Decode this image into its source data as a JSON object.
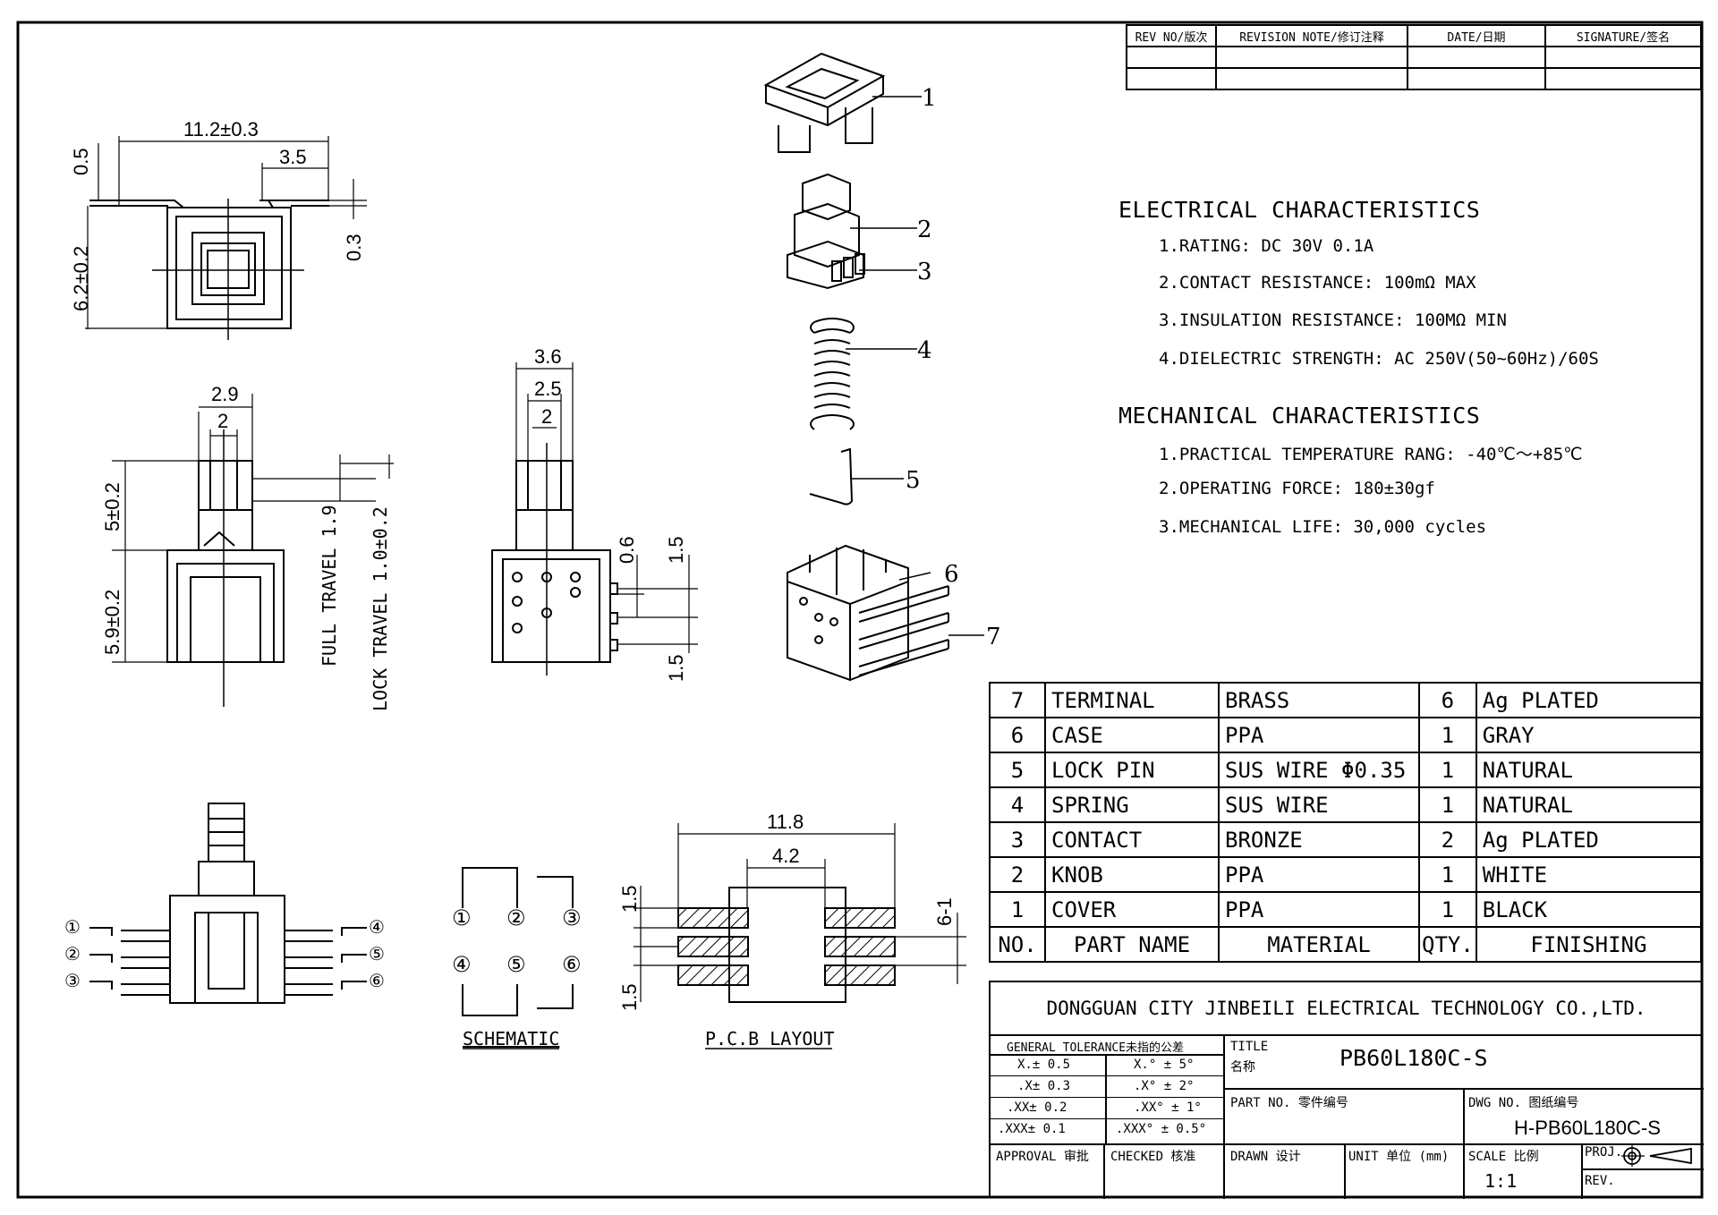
{
  "revision_block": {
    "headers": [
      "REV NO/版次",
      "REVISION NOTE/修订注释",
      "DATE/日期",
      "SIGNATURE/签名"
    ]
  },
  "electrical": {
    "title": "ELECTRICAL CHARACTERISTICS",
    "items": [
      "1.RATING: DC 30V 0.1A",
      "2.CONTACT RESISTANCE: 100mΩ MAX",
      "3.INSULATION RESISTANCE: 100MΩ MIN",
      "4.DIELECTRIC STRENGTH: AC 250V(50~60Hz)/60S"
    ]
  },
  "mechanical": {
    "title": "MECHANICAL CHARACTERISTICS",
    "items": [
      "1.PRACTICAL TEMPERATURE RANG: -40℃～+85℃",
      "2.OPERATING FORCE: 180±30gf",
      "3.MECHANICAL LIFE: 30,000 cycles"
    ]
  },
  "bom": {
    "rows": [
      {
        "no": "7",
        "part": "TERMINAL",
        "material": "BRASS",
        "qty": "6",
        "finish": "Ag PLATED"
      },
      {
        "no": "6",
        "part": "CASE",
        "material": "PPA",
        "qty": "1",
        "finish": "GRAY"
      },
      {
        "no": "5",
        "part": "LOCK PIN",
        "material": "SUS WIRE Φ0.35",
        "qty": "1",
        "finish": "NATURAL"
      },
      {
        "no": "4",
        "part": "SPRING",
        "material": "SUS WIRE",
        "qty": "1",
        "finish": "NATURAL"
      },
      {
        "no": "3",
        "part": "CONTACT",
        "material": "BRONZE",
        "qty": "2",
        "finish": "Ag PLATED"
      },
      {
        "no": "2",
        "part": "KNOB",
        "material": "PPA",
        "qty": "1",
        "finish": "WHITE"
      },
      {
        "no": "1",
        "part": "COVER",
        "material": "PPA",
        "qty": "1",
        "finish": "BLACK"
      }
    ],
    "header": {
      "no": "NO.",
      "part": "PART NAME",
      "material": "MATERIAL",
      "qty": "QTY.",
      "finish": "FINISHING"
    }
  },
  "title_block": {
    "company": "DONGGUAN CITY JINBEILI ELECTRICAL TECHNOLOGY CO.,LTD.",
    "tolerance_header": "GENERAL TOLERANCE未指的公差",
    "tolerances": [
      [
        "X.± 0.5",
        "X.° ± 5°"
      ],
      [
        ".X± 0.3",
        ".X° ± 2°"
      ],
      [
        ".XX± 0.2",
        ".XX° ± 1°"
      ],
      [
        ".XXX± 0.1",
        ".XXX° ± 0.5°"
      ]
    ],
    "title_label": "TITLE",
    "title_label_cn": "名称",
    "title_value": "PB60L180C-S",
    "part_no_label": "PART NO. 零件编号",
    "dwg_no_label": "DWG NO. 图纸编号",
    "dwg_no_value": "H-PB60L180C-S",
    "approval": "APPROVAL 审批",
    "checked": "CHECKED 核准",
    "drawn": "DRAWN 设计",
    "unit": "UNIT 单位 (mm)",
    "scale_label": "SCALE 比例",
    "scale_value": "1:1",
    "proj": "PROJ.",
    "rev": "REV."
  },
  "dimensions": {
    "top_width": "11.2±0.3",
    "top_0_5": "0.5",
    "top_3_5": "3.5",
    "top_0_3": "0.3",
    "top_6_2": "6.2±0.2",
    "side_2_9": "2.9",
    "side_2a": "2",
    "side_5": "5±0.2",
    "side_5_9": "5.9±0.2",
    "full_travel": "FULL TRAVEL 1.9",
    "lock_travel": "LOCK TRAVEL 1.0±0.2",
    "front_3_6": "3.6",
    "front_2_5": "2.5",
    "front_2": "2",
    "front_0_6": "0.6",
    "front_1_5a": "1.5",
    "front_1_5b": "1.5",
    "pcb_11_8": "11.8",
    "pcb_4_2": "4.2",
    "pcb_1_5a": "1.5",
    "pcb_1_5b": "1.5",
    "pcb_6_1": "6-1"
  },
  "callouts": [
    "1",
    "2",
    "3",
    "4",
    "5",
    "6",
    "7"
  ],
  "pins": [
    "①",
    "②",
    "③",
    "④",
    "⑤",
    "⑥"
  ],
  "labels": {
    "schematic": "SCHEMATIC",
    "pcb_layout": "P.C.B LAYOUT"
  }
}
